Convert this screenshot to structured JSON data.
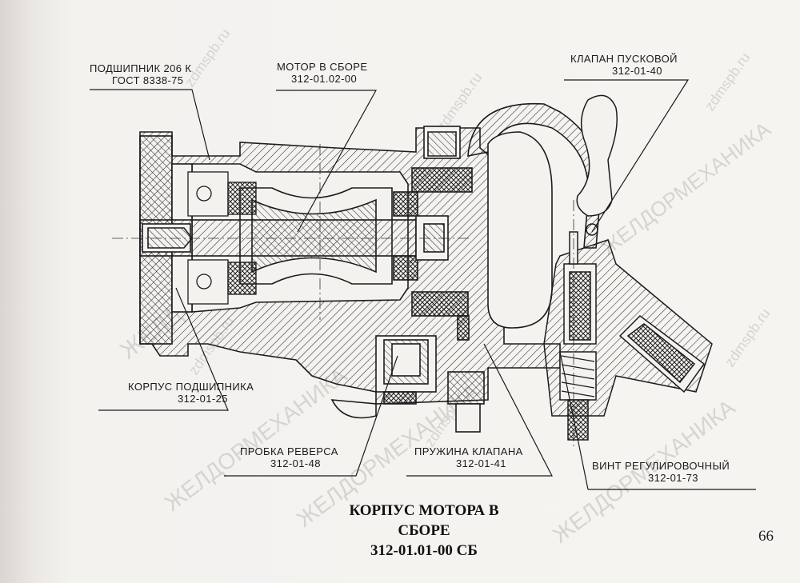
{
  "labels": {
    "bearing": {
      "line1": "ПОДШИПНИК  206 К",
      "line2": "ГОСТ 8338-75"
    },
    "motor": {
      "line1": "МОТОР  В  СБОРЕ",
      "line2": "312-01.02-00"
    },
    "start_valve": {
      "line1": "КЛАПАН  ПУСКОВОЙ",
      "line2": "312-01-40"
    },
    "bearing_housing": {
      "line1": "КОРПУС  ПОДШИПНИКА",
      "line2": "312-01-25"
    },
    "reverse_plug": {
      "line1": "ПРОБКА  РЕВЕРСА",
      "line2": "312-01-48"
    },
    "valve_spring": {
      "line1": "ПРУЖИНА  КЛАПАНА",
      "line2": "312-01-41"
    },
    "adjust_screw": {
      "line1": "ВИНТ  РЕГУЛИРОВОЧНЫЙ",
      "line2": "312-01-73"
    }
  },
  "title": {
    "line1": "КОРПУС МОТОРА В",
    "line2": "СБОРЕ",
    "line3": "312-01.01-00 СБ"
  },
  "page_number": "66",
  "watermarks": [
    "ЖЕЛДОРМЕХАНИКА",
    "zdmspb.ru"
  ]
}
